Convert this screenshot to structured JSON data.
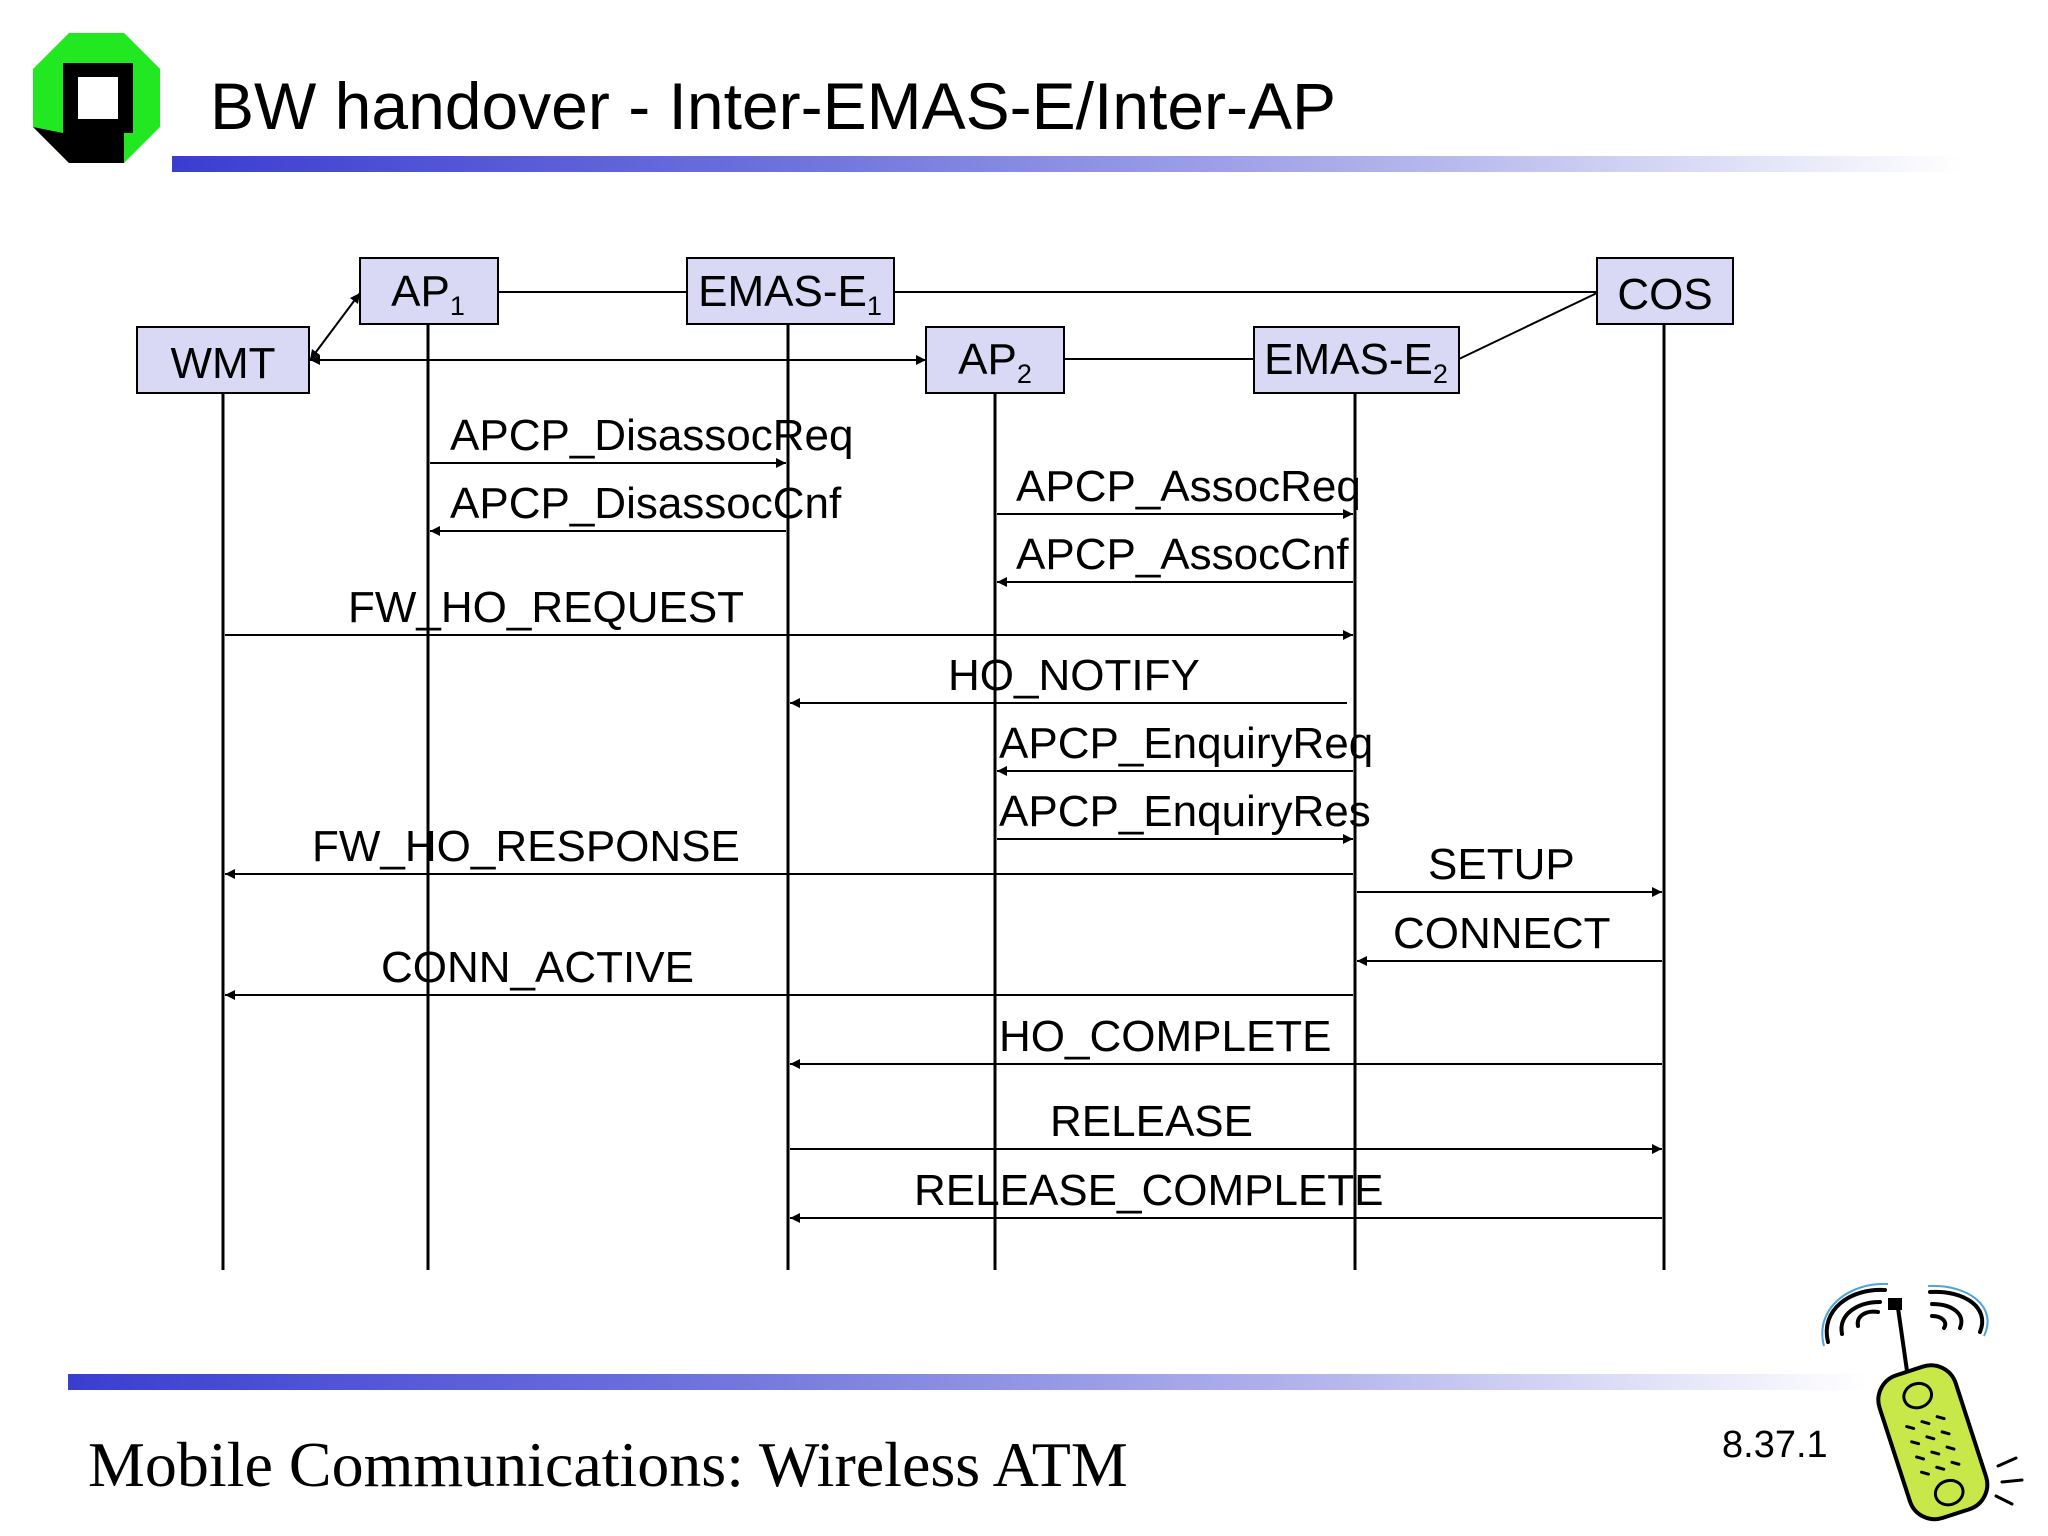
{
  "slide": {
    "title": "BW handover - Inter-EMAS-E/Inter-AP",
    "footer": "Mobile Communications: Wireless ATM",
    "slide_number": "8.37.1"
  },
  "colors": {
    "entity_fill": "#d9d9f5",
    "logo_green": "#22e822",
    "rule_blue": "#3a3ed0",
    "phone_green": "#c8e84a"
  },
  "entities": [
    {
      "id": "WMT",
      "label": "WMT",
      "sub": ""
    },
    {
      "id": "AP1",
      "label": "AP",
      "sub": "1"
    },
    {
      "id": "EMASE1",
      "label": "EMAS-E",
      "sub": "1"
    },
    {
      "id": "AP2",
      "label": "AP",
      "sub": "2"
    },
    {
      "id": "EMASE2",
      "label": "EMAS-E",
      "sub": "2"
    },
    {
      "id": "COS",
      "label": "COS",
      "sub": ""
    }
  ],
  "messages": [
    {
      "label": "APCP_DisassocReq",
      "from": "AP1",
      "to": "EMASE1"
    },
    {
      "label": "APCP_DisassocCnf",
      "from": "EMASE1",
      "to": "AP1"
    },
    {
      "label": "APCP_AssocReq",
      "from": "AP2",
      "to": "EMASE2"
    },
    {
      "label": "APCP_AssocCnf",
      "from": "EMASE2",
      "to": "AP2"
    },
    {
      "label": "FW_HO_REQUEST",
      "from": "WMT",
      "to": "EMASE2"
    },
    {
      "label": "HO_NOTIFY",
      "from": "EMASE2",
      "to": "EMASE1"
    },
    {
      "label": "APCP_EnquiryReq",
      "from": "EMASE2",
      "to": "AP2"
    },
    {
      "label": "APCP_EnquiryRes",
      "from": "AP2",
      "to": "EMASE2"
    },
    {
      "label": "FW_HO_RESPONSE",
      "from": "EMASE2",
      "to": "WMT"
    },
    {
      "label": "SETUP",
      "from": "EMASE2",
      "to": "COS"
    },
    {
      "label": "CONNECT",
      "from": "COS",
      "to": "EMASE2"
    },
    {
      "label": "CONN_ACTIVE",
      "from": "EMASE2",
      "to": "WMT"
    },
    {
      "label": "HO_COMPLETE",
      "from": "COS",
      "to": "EMASE1"
    },
    {
      "label": "RELEASE",
      "from": "EMASE1",
      "to": "COS"
    },
    {
      "label": "RELEASE_COMPLETE",
      "from": "COS",
      "to": "EMASE1"
    }
  ]
}
